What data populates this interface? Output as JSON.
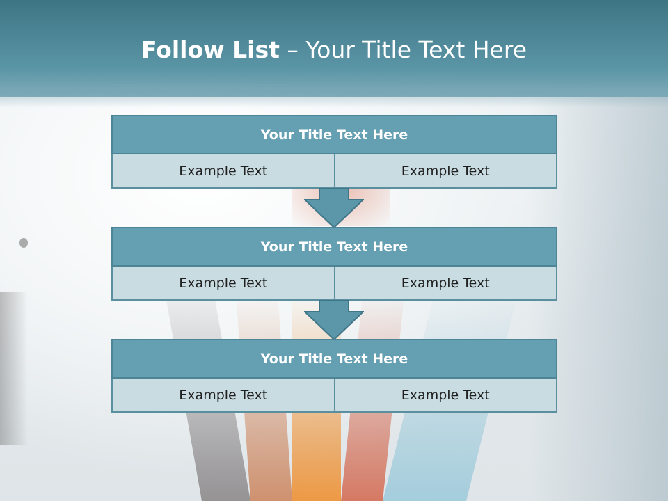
{
  "slide": {
    "title_bold": "Follow List",
    "title_rest": "– Your Title Text Here"
  },
  "steps": [
    {
      "title": "Your Title Text Here",
      "left": "Example Text",
      "right": "Example Text"
    },
    {
      "title": "Your Title Text Here",
      "left": "Example Text",
      "right": "Example Text"
    },
    {
      "title": "Your Title Text Here",
      "left": "Example Text",
      "right": "Example Text"
    }
  ],
  "colors": {
    "header": "#4f8898",
    "card_head": "#649fb2",
    "card_cell": "#c9dce1",
    "arrow": "#5b96a9"
  }
}
